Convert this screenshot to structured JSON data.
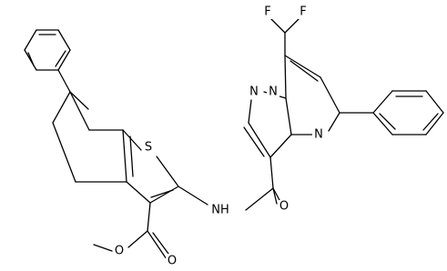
{
  "atoms": {
    "f1": "F",
    "f2": "F",
    "n_pyrazole_1": "N",
    "n_bridge": "N",
    "n_pyrimidine": "N",
    "s_thiophene": "S",
    "nh": "NH",
    "o_amide": "O",
    "o_ester_single": "O",
    "o_ester_double": "O"
  }
}
